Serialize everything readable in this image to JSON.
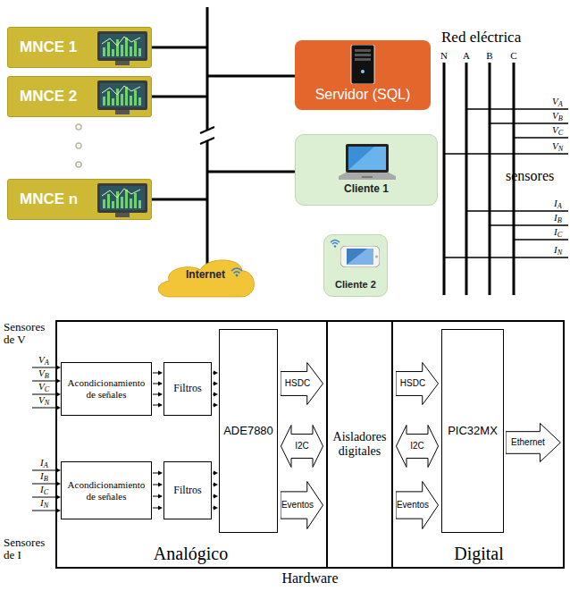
{
  "diagram": {
    "nodes": [
      {
        "text": [
          "MNCE 1"
        ]
      },
      {
        "text": [
          "MNCE 2"
        ]
      },
      {
        "text": [
          "MNCE n"
        ]
      },
      {
        "text": [
          "Servidor (SQL)"
        ]
      },
      {
        "text": [
          "Cliente 1"
        ]
      },
      {
        "text": [
          "Cliente 2"
        ]
      },
      {
        "text": [
          "Internet"
        ]
      },
      {
        "text": [
          "Hardware"
        ]
      },
      {
        "text": [
          "Analógico"
        ],
        "in": 7
      },
      {
        "text": [
          "Aisladores digitales"
        ],
        "in": 7
      },
      {
        "text": [
          "Digital"
        ],
        "in": 7
      },
      {
        "text": [
          "Acondicionamiento de señales"
        ],
        "in": 8
      },
      {
        "text": [
          "Acondicionamiento de señales"
        ],
        "in": 8
      },
      {
        "text": [
          "Filtros"
        ],
        "in": 8
      },
      {
        "text": [
          "Filtros"
        ],
        "in": 8
      },
      {
        "text": [
          "ADE7880"
        ],
        "in": 8
      },
      {
        "text": [
          "HSDC"
        ],
        "in": 8
      },
      {
        "text": [
          "I2C"
        ],
        "in": 8
      },
      {
        "text": [
          "Eventos"
        ],
        "in": 8
      },
      {
        "text": [
          "HSDC"
        ],
        "in": 10
      },
      {
        "text": [
          "I2C"
        ],
        "in": 10
      },
      {
        "text": [
          "Eventos"
        ],
        "in": 10
      },
      {
        "text": [
          "PIC32MX"
        ],
        "in": 10
      },
      {
        "text": [
          "Ethernet"
        ],
        "in": 10
      }
    ],
    "edges": [
      {
        "from": 11,
        "to": 13,
        "arrow": "to"
      },
      {
        "from": 12,
        "to": 14,
        "arrow": "to"
      },
      {
        "from": 13,
        "to": 15,
        "arrow": "to"
      },
      {
        "from": 14,
        "to": 15,
        "arrow": "to"
      }
    ],
    "labels": [
      "Red eléctrica",
      "N",
      "A",
      "B",
      "C",
      "VA",
      "VB",
      "VC",
      "VN",
      "sensores",
      "IA",
      "IB",
      "IC",
      "IN",
      "Sensores de V",
      "VA",
      "VB",
      "VC",
      "VN",
      "IA",
      "IB",
      "IC",
      "IN",
      "Sensores de I"
    ]
  }
}
